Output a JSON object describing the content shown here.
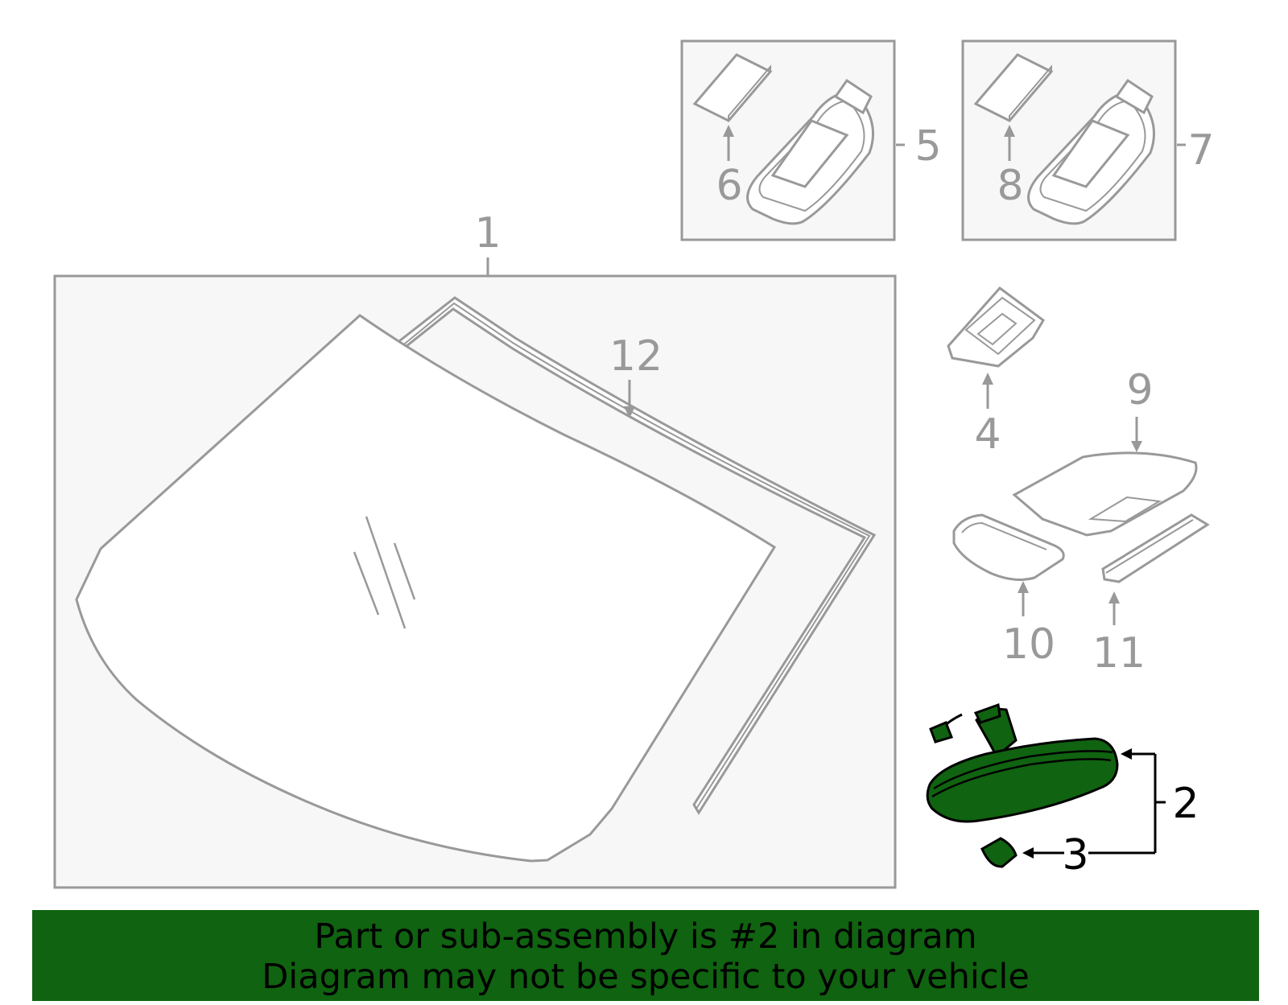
{
  "callouts": {
    "c1": "1",
    "c2": "2",
    "c3": "3",
    "c4": "4",
    "c5": "5",
    "c6": "6",
    "c7": "7",
    "c8": "8",
    "c9": "9",
    "c10": "10",
    "c11": "11",
    "c12": "12"
  },
  "banner": {
    "line1": "Part or sub-assembly is #2 in diagram",
    "line2": "Diagram may not be specific to your vehicle"
  },
  "colors": {
    "highlight": "#106310",
    "line_gray": "#999999",
    "panel_fill": "#f7f7f7"
  }
}
